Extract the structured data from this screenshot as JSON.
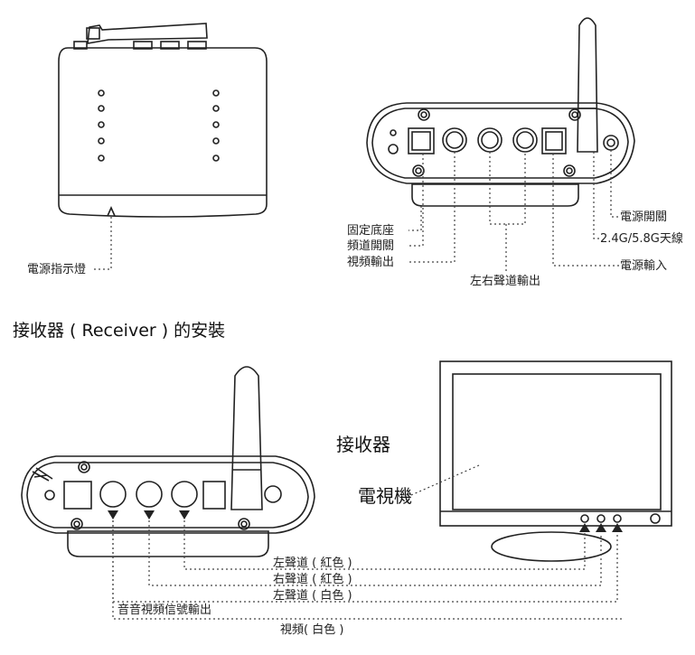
{
  "receiver_top": {
    "power_led": "電源指示燈"
  },
  "receiver_back": {
    "fixed_base": "固定底座",
    "channel_switch": "頻道開關",
    "video_out": "視頻輸出",
    "lr_audio_out": "左右聲道輸出",
    "power_switch": "電源開關",
    "antenna": "2.4G/5.8G天線",
    "power_in": "電源輸入"
  },
  "section_title": "接收器 ( Receiver ) 的安裝",
  "install": {
    "receiver_label": "接收器",
    "tv_label": "電視機",
    "left_red": "左聲道 ( 紅色 )",
    "right_red": "右聲道 ( 紅色 )",
    "left_white": "左聲道 ( 白色 )",
    "av_out": "音音視頻信號輸出",
    "video_white": "視頻( 白色 )"
  }
}
